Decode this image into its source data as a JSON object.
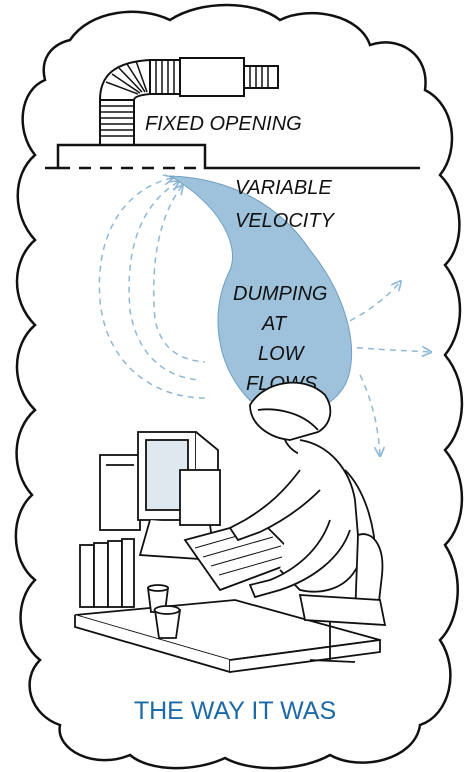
{
  "labels": {
    "fixed_opening": "FIXED OPENING",
    "variable": "VARIABLE",
    "velocity": "VELOCITY",
    "dumping": "DUMPING",
    "at": "AT",
    "low": "LOW",
    "flows": "FLOWS"
  },
  "caption": "THE WAY IT WAS",
  "colors": {
    "airflow": "#8fb8d6",
    "plume": "#9ec2dc",
    "caption": "#1e6aa8",
    "line": "#111111"
  }
}
